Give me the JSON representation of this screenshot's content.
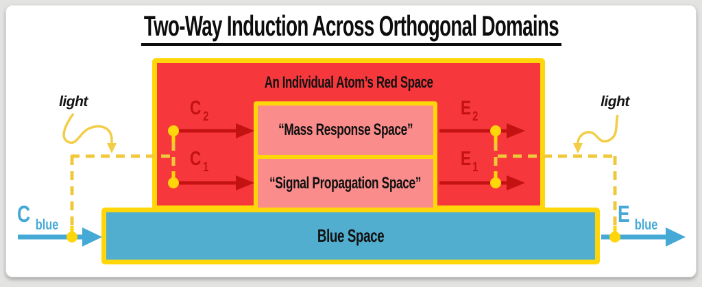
{
  "title": "Two-Way Induction Across Orthogonal Domains",
  "red_space": {
    "label": "An Individual Atom’s Red Space"
  },
  "subspaces": {
    "mass": "“Mass Response Space”",
    "signal": "“Signal Propagation Space”"
  },
  "blue_space": {
    "label": "Blue Space"
  },
  "ports": {
    "c2": {
      "base": "C",
      "sub": "2"
    },
    "c1": {
      "base": "C",
      "sub": "1"
    },
    "e2": {
      "base": "E",
      "sub": "2"
    },
    "e1": {
      "base": "E",
      "sub": "1"
    },
    "c_blue": {
      "base": "C",
      "sub": "blue"
    },
    "e_blue": {
      "base": "E",
      "sub": "blue"
    }
  },
  "annotations": {
    "light_left": "light",
    "light_right": "light"
  },
  "colors": {
    "red_fill": "#f6383c",
    "pink_fill": "#fa8c8c",
    "yellow_border": "#ffd60a",
    "yellow_dash": "#f0c83c",
    "dark_red_arrow": "#c41111",
    "blue_fill": "#51aecf",
    "blue_arrow": "#45a9d6",
    "text_black": "#111111"
  }
}
